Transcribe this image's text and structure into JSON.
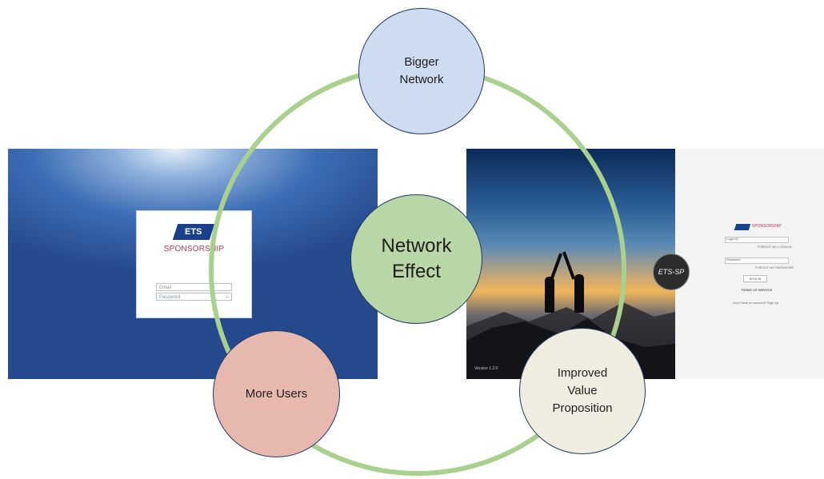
{
  "diagram": {
    "center_label": "Network\nEffect",
    "cycle_nodes": {
      "top": "Bigger\nNetwork",
      "bottom_left": "More Users",
      "bottom_right": "Improved\nValue\nProposition"
    },
    "colors": {
      "ring": "#a9d18e",
      "node_border": "#1f3a66",
      "top_fill": "#cddcf0",
      "center_fill": "#b9d7a6",
      "bottom_left_fill": "#e6b8ae",
      "bottom_right_fill": "#efece0"
    }
  },
  "left_screenshot": {
    "logo_text": "ETS",
    "brand_text": "SPONSORSHIP",
    "email_placeholder": "Email",
    "password_placeholder": "Password",
    "submit_icon": "arrow-right-icon"
  },
  "right_screenshot": {
    "badge_text": "ETS-SP",
    "brand_text": "SPONSORSHIP",
    "login_id_label": "Login ID",
    "forgot_login_label": "FORGOT MY LOGIN ID",
    "password_label": "Password",
    "forgot_password_label": "FORGOT MY PASSWORD",
    "sign_in_label": "SIGN IN",
    "terms_label": "TERMS OF SERVICE",
    "signup_prompt": "Don't have an account? Sign Up",
    "version_text": "Version 1.2.0"
  }
}
